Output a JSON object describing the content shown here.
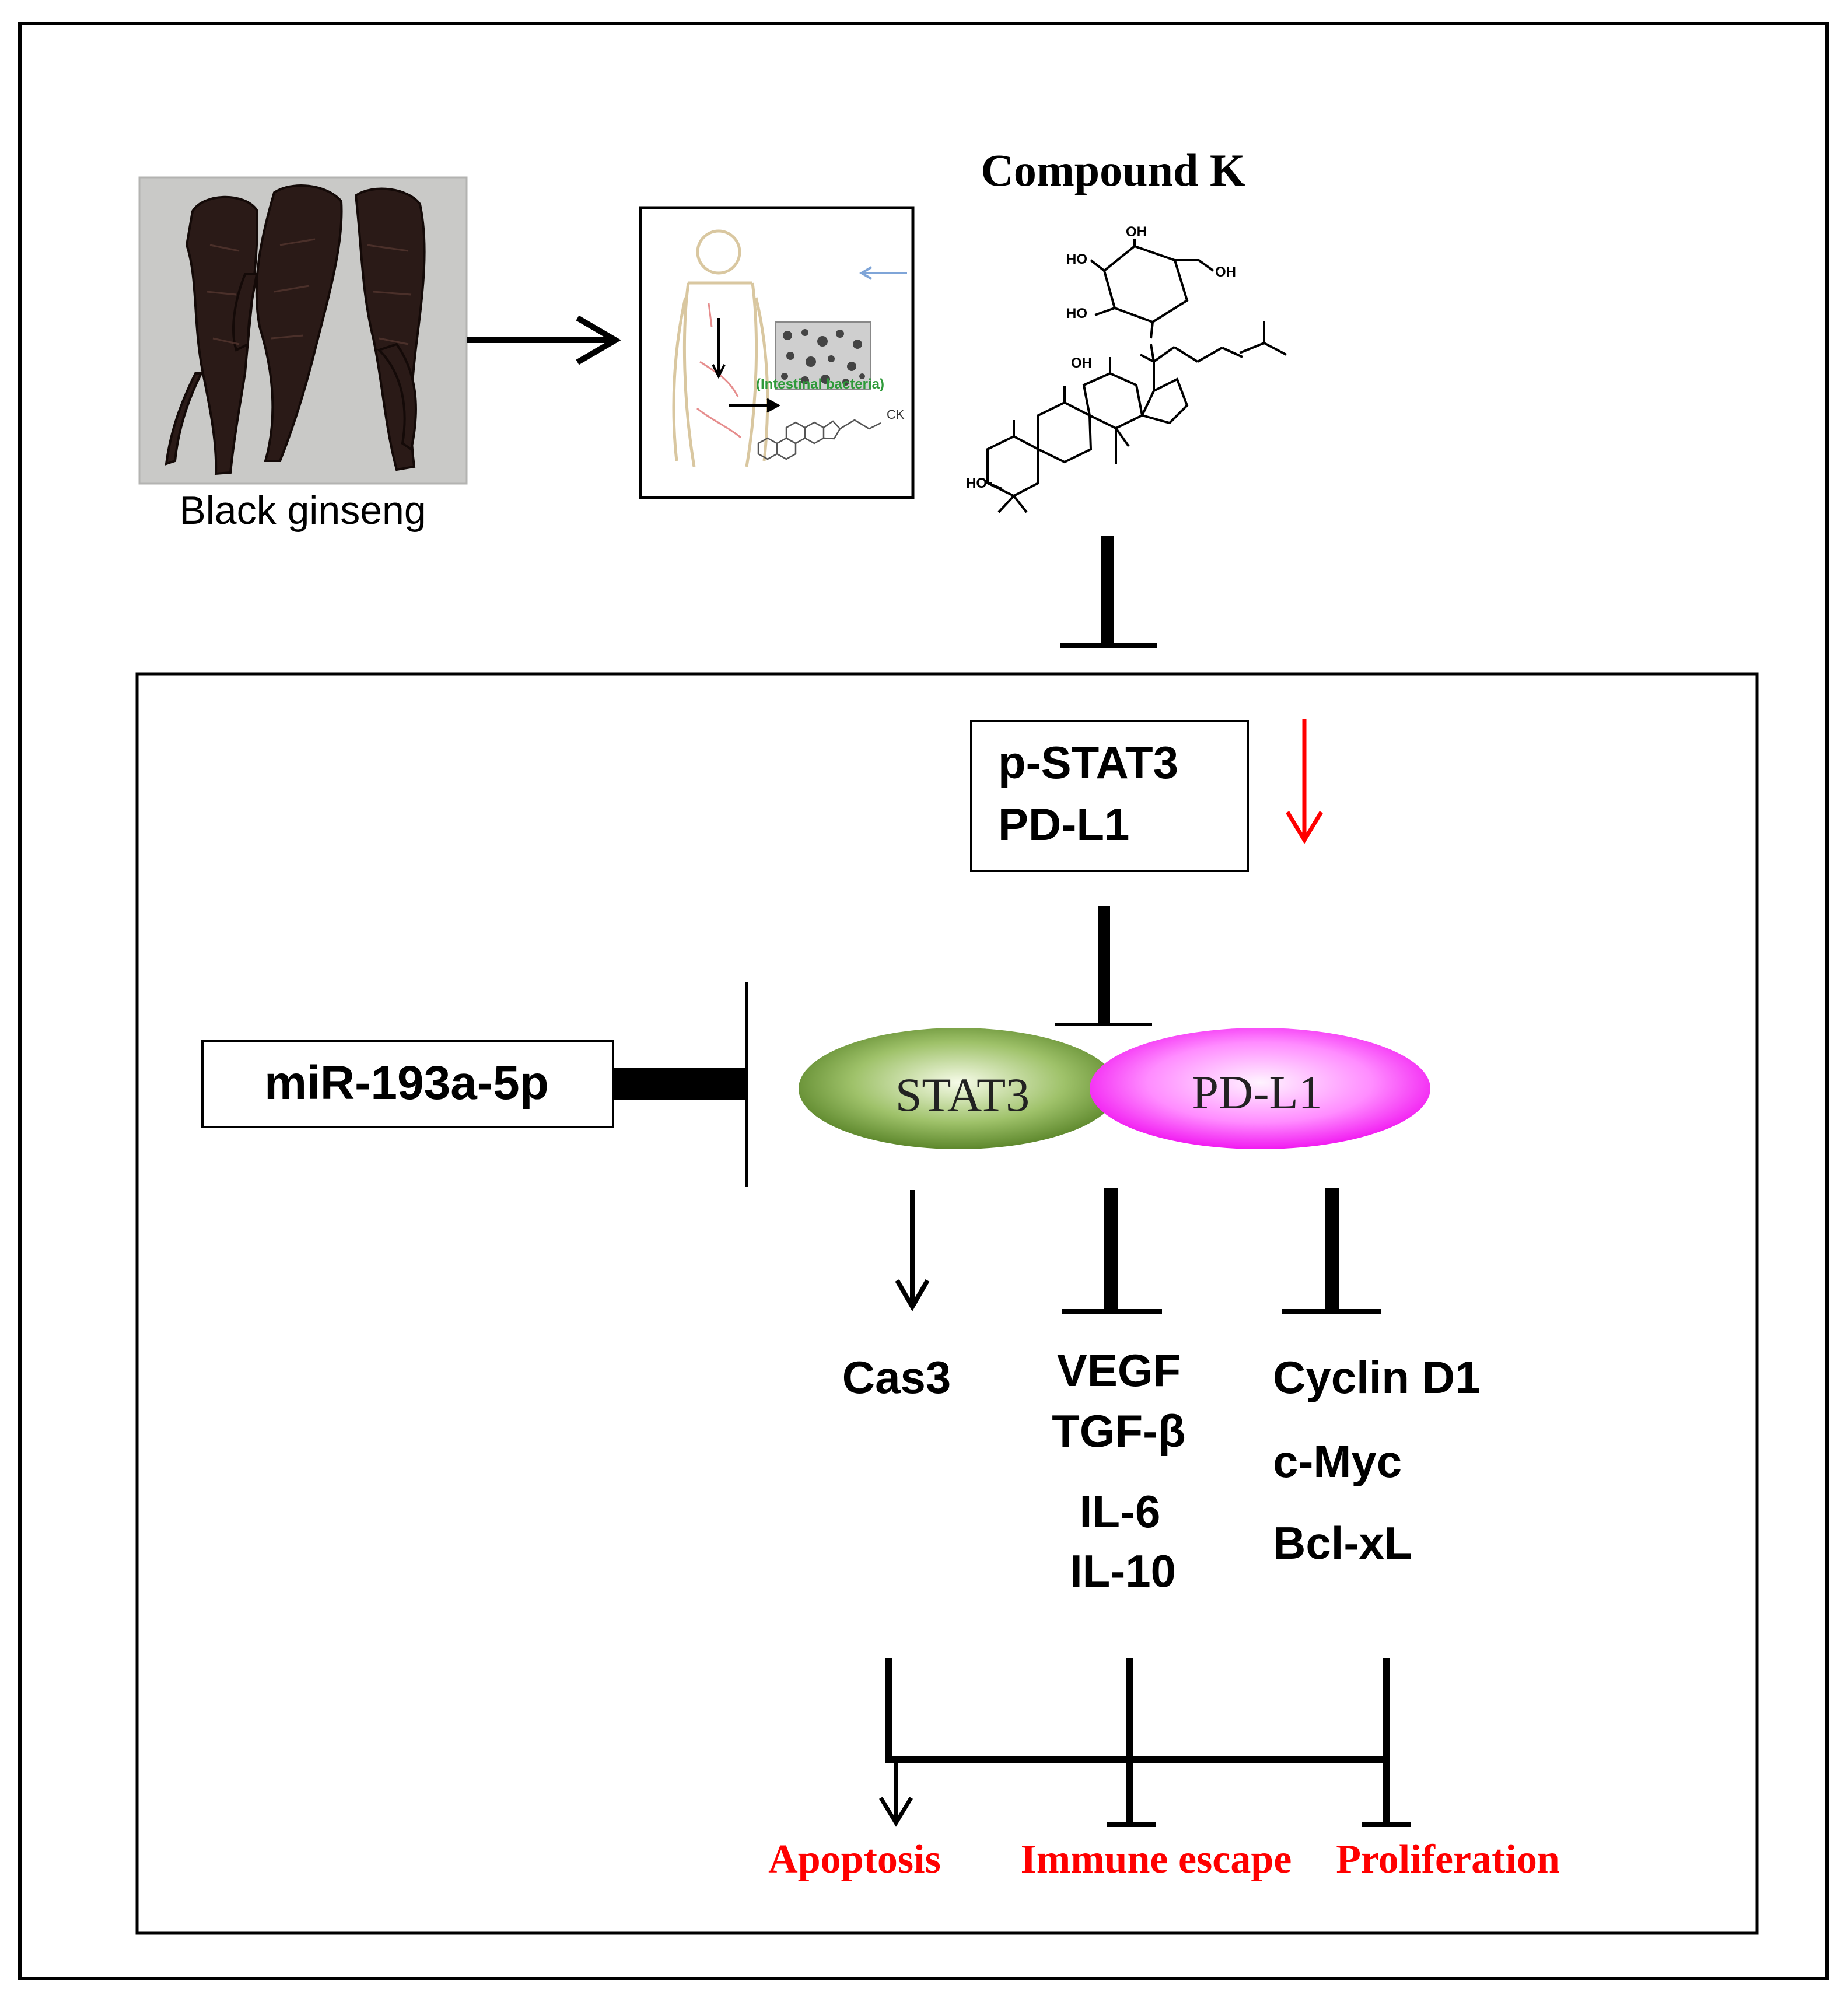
{
  "labels": {
    "black_ginseng": "Black ginseng",
    "compound_k": "Compound K",
    "intestinal_bacteria": "(Intestinal bacteria)",
    "ck": "CK",
    "p_stat3": "p-STAT3",
    "pd_l1_box": "PD-L1",
    "mirna": "miR-193a-5p",
    "stat3": "STAT3",
    "pd_l1": "PD-L1",
    "cas3": "Cas3",
    "immune_targets": [
      "VEGF",
      "TGF-β",
      "IL-6",
      "IL-10"
    ],
    "prolif_targets": [
      "Cyclin D1",
      "c-Myc",
      "Bcl-xL"
    ],
    "apoptosis": "Apoptosis",
    "immune_escape": "Immune escape",
    "proliferation": "Proliferation"
  },
  "molecule_labels": {
    "oh": "OH",
    "ho": "HO"
  },
  "colors": {
    "outcome_red": "#ff0000",
    "stat3_green": "#4e7a1e",
    "pd_l1_magenta": "#ff00ff",
    "ginseng_dark": "#2a1a17",
    "intestinal_green": "#2f9a3a"
  }
}
